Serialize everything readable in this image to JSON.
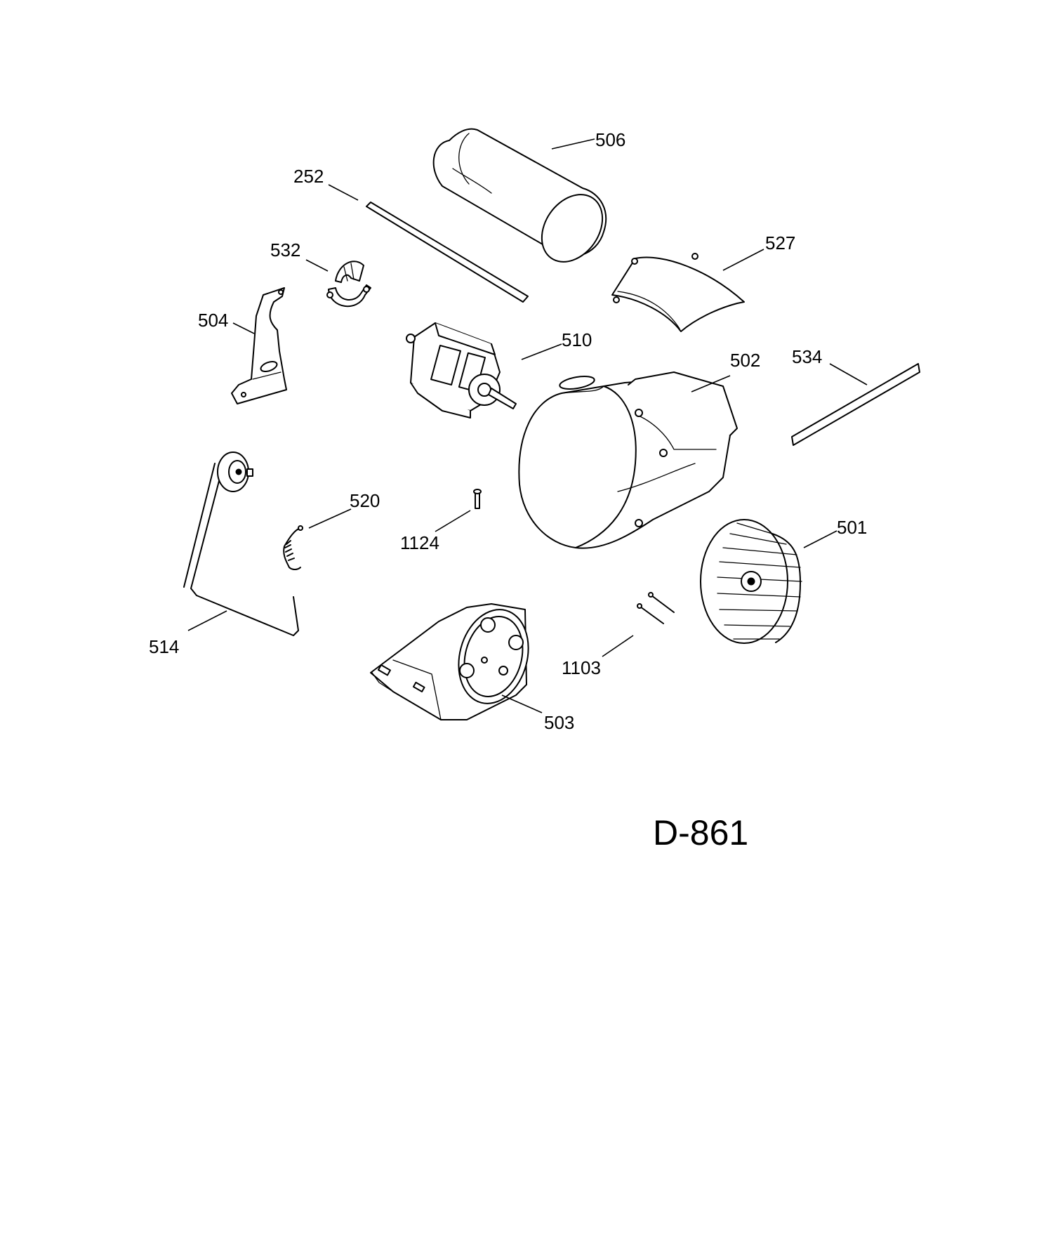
{
  "diagram": {
    "id_label": "D-861",
    "parts": [
      {
        "key": "p506",
        "number": "506"
      },
      {
        "key": "p252",
        "number": "252"
      },
      {
        "key": "p527",
        "number": "527"
      },
      {
        "key": "p532",
        "number": "532"
      },
      {
        "key": "p504",
        "number": "504"
      },
      {
        "key": "p510",
        "number": "510"
      },
      {
        "key": "p502",
        "number": "502"
      },
      {
        "key": "p534",
        "number": "534"
      },
      {
        "key": "p520",
        "number": "520"
      },
      {
        "key": "p1124",
        "number": "1124"
      },
      {
        "key": "p501",
        "number": "501"
      },
      {
        "key": "p514",
        "number": "514"
      },
      {
        "key": "p1103",
        "number": "1103"
      },
      {
        "key": "p503",
        "number": "503"
      }
    ]
  },
  "labels": {
    "p506": "506",
    "p252": "252",
    "p527": "527",
    "p532": "532",
    "p504": "504",
    "p510": "510",
    "p502": "502",
    "p534": "534",
    "p520": "520",
    "p1124": "1124",
    "p501": "501",
    "p514": "514",
    "p1103": "1103",
    "p503": "503"
  },
  "colors": {
    "ink": "#000000",
    "paper": "#ffffff"
  }
}
